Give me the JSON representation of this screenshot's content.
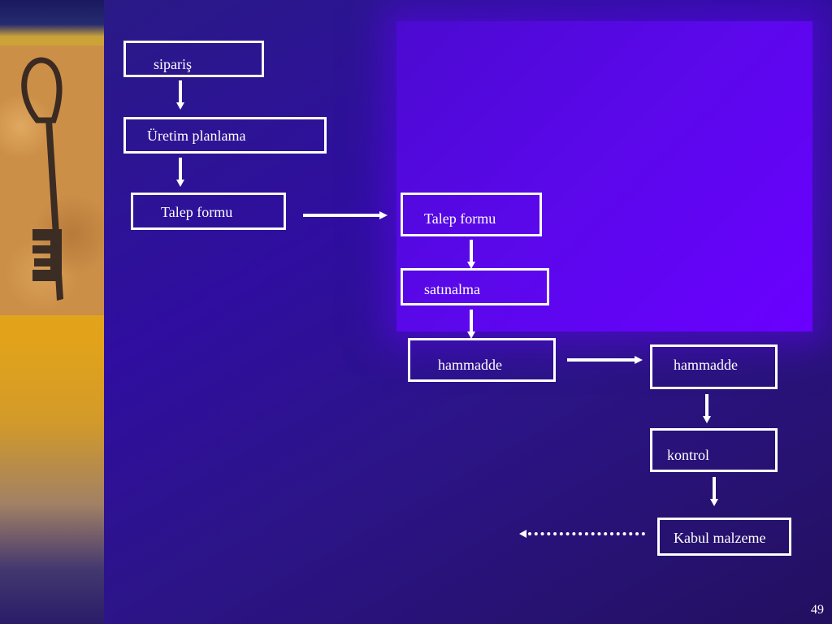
{
  "slide": {
    "page_number": "49",
    "nodes": {
      "siparis": "sipariş",
      "uretim_planlama": "Üretim planlama",
      "talep_formu_1": "Talep formu",
      "talep_formu_2": "Talep formu",
      "satinalma": "satınalma",
      "hammadde_1": "hammadde",
      "hammadde_2": "hammadde",
      "kontrol": "kontrol",
      "kabul_malzeme": "Kabul malzeme"
    },
    "icons": {
      "key_image": "key-photo-icon"
    }
  }
}
